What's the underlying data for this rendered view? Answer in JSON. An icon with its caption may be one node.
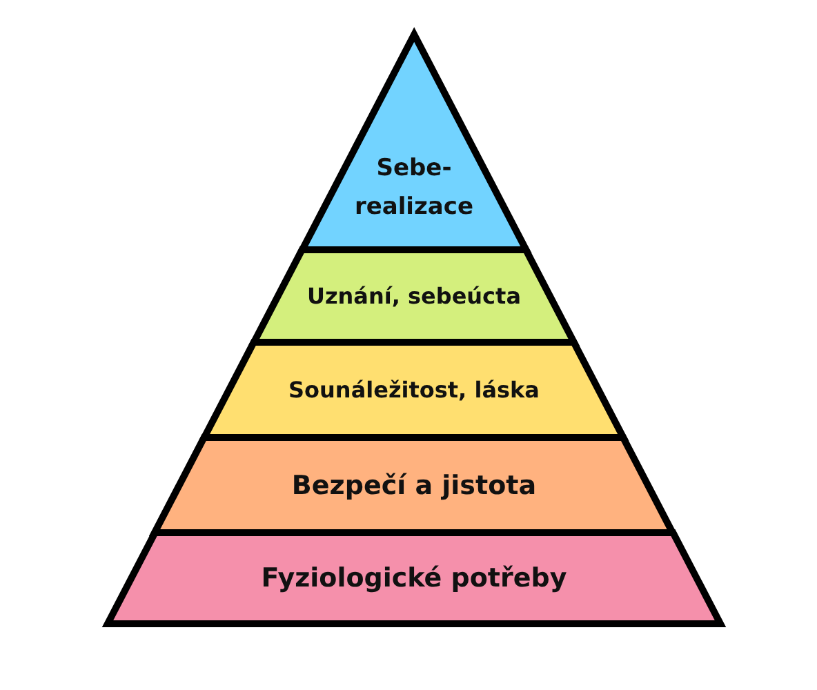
{
  "diagram": {
    "nodes": [
      {
        "text": [
          "Sebe- realizace"
        ]
      },
      {
        "text": [
          "Uznání, sebeúcta"
        ]
      },
      {
        "text": [
          "Sounáležitost, láska"
        ]
      },
      {
        "text": [
          "Bezpečí a jistota"
        ]
      },
      {
        "text": [
          "Fyziologické potřeby"
        ]
      }
    ]
  }
}
